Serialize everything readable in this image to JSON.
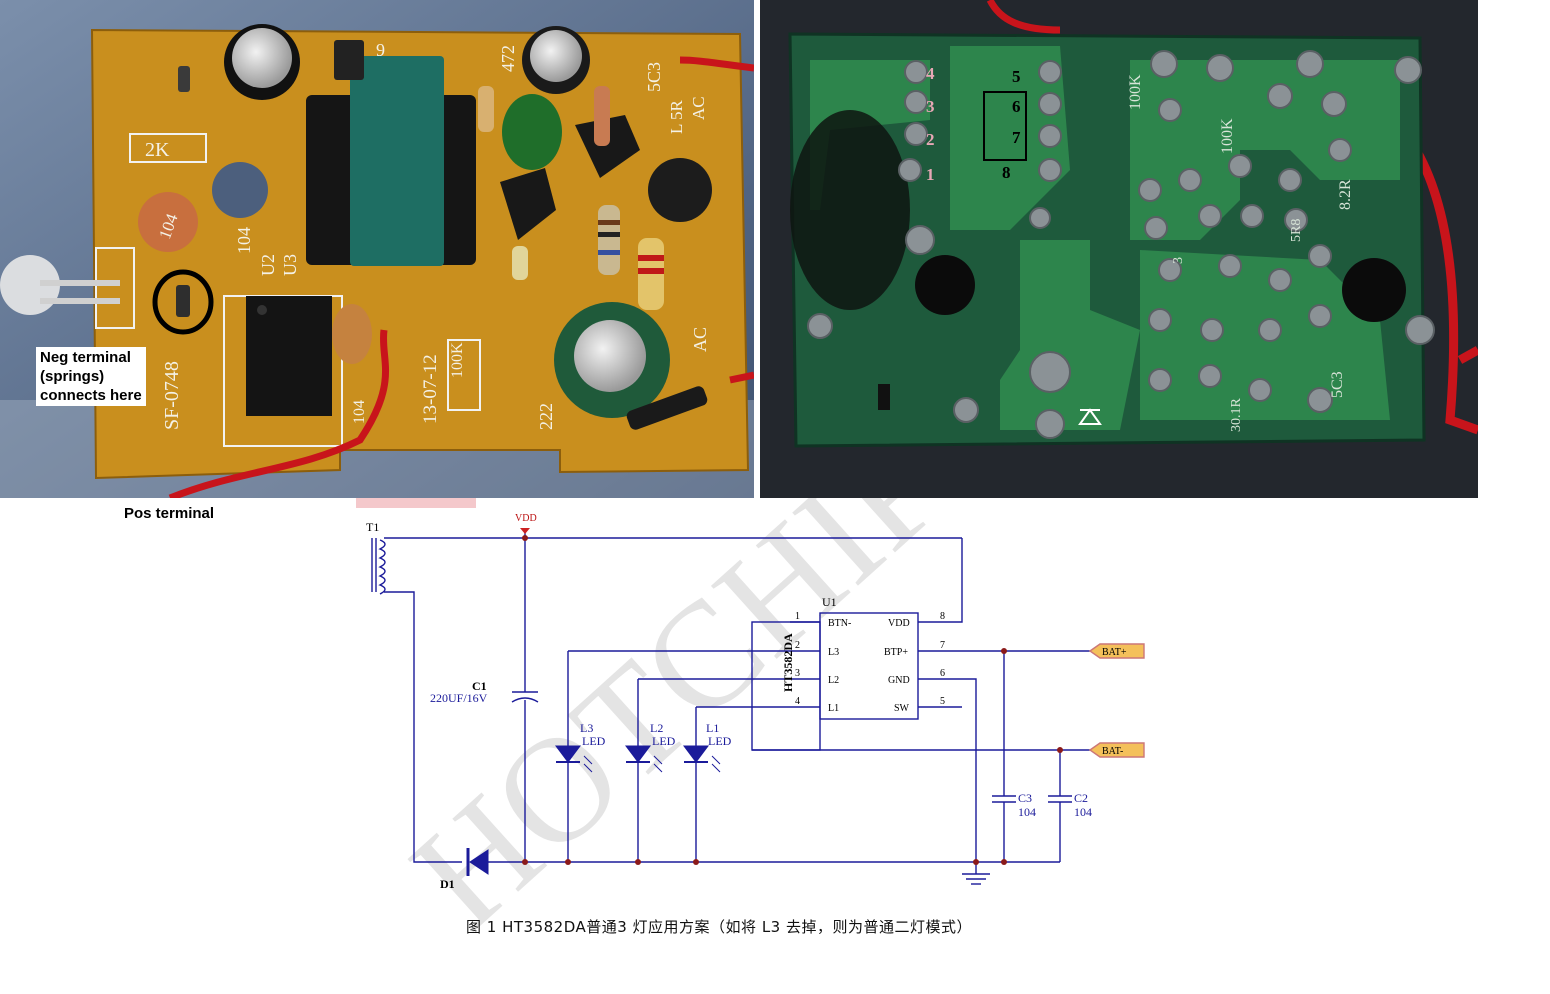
{
  "left_photo": {
    "neg_callout": [
      "Neg terminal",
      "(springs)",
      "connects here"
    ],
    "pos_callout": "Pos terminal",
    "silkscreen": {
      "r_2k": "2K",
      "cap_104": "104",
      "label_104": "104",
      "u2": "U2",
      "u3": "U3",
      "sf": "SF-0748",
      "c472": "472",
      "c5c3": "5C3",
      "l5r": "L 5R",
      "ac_top": "AC",
      "ac_bottom": "AC",
      "date": "13-07-12",
      "r100k": "100K",
      "c222": "222",
      "c104b": "104",
      "nine": "9"
    }
  },
  "right_photo": {
    "pins": [
      "1",
      "2",
      "3",
      "4",
      "5",
      "6",
      "7",
      "8"
    ],
    "silkscreen": {
      "r100k_a": "100K",
      "r100k_b": "100K",
      "r8_2r": "8.2R",
      "c5c3": "5C3",
      "r301": "30.1R",
      "r5r": "5R8",
      "r3": "3"
    }
  },
  "schematic": {
    "t1": "T1",
    "vdd": "VDD",
    "c1_name": "C1",
    "c1_value": "220UF/16V",
    "u1": "U1",
    "ic_part": "HT3582DA",
    "pins_left": [
      {
        "num": "1",
        "name": "BTN-"
      },
      {
        "num": "2",
        "name": "L3"
      },
      {
        "num": "3",
        "name": "L2"
      },
      {
        "num": "4",
        "name": "L1"
      }
    ],
    "pins_right": [
      {
        "num": "8",
        "name": "VDD"
      },
      {
        "num": "7",
        "name": "BTP+"
      },
      {
        "num": "6",
        "name": "GND"
      },
      {
        "num": "5",
        "name": "SW"
      }
    ],
    "leds": [
      {
        "name": "L3",
        "type": "LED"
      },
      {
        "name": "L2",
        "type": "LED"
      },
      {
        "name": "L1",
        "type": "LED"
      }
    ],
    "bat_plus": "BAT+",
    "bat_minus": "BAT-",
    "c3_name": "C3",
    "c3_value": "104",
    "c2_name": "C2",
    "c2_value": "104",
    "d1": "D1",
    "watermark": "HOTCHIP",
    "caption": "图 1   HT3582DA普通3 灯应用方案（如将  L3  去掉，则为普通二灯模式）"
  }
}
